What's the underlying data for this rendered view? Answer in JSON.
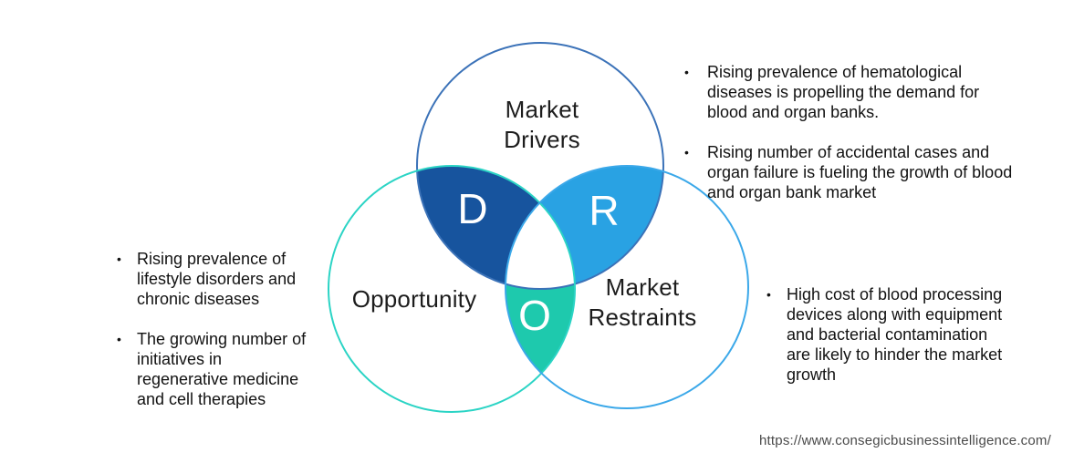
{
  "venn": {
    "drivers": {
      "label": "Market Drivers",
      "letter": "D",
      "outline_color": "#3b72b8",
      "overlap_fill": "#17549e"
    },
    "restraints": {
      "label": "Market Restraints",
      "letter": "R",
      "outline_color": "#3ba8e9",
      "overlap_fill": "#29a2e3"
    },
    "opportunity": {
      "label": "Opportunity",
      "letter": "O",
      "outline_color": "#2bd4c5",
      "overlap_fill": "#1ec9ad"
    },
    "center_fill": "#ffffff"
  },
  "bullets": {
    "glyph": "•",
    "opportunity_list": [
      "Rising prevalence of lifestyle disorders and chronic diseases",
      "The growing number of initiatives in regenerative medicine and cell therapies"
    ],
    "drivers_list": [
      "Rising prevalence of hematological diseases is propelling the demand for blood and organ banks.",
      "Rising number of accidental cases and organ failure is fueling the growth of blood and organ bank market"
    ],
    "restraints_list": [
      "High cost of blood processing devices along with equipment and bacterial contamination are likely to hinder the market growth"
    ]
  },
  "footer": {
    "url": "https://www.consegicbusinessintelligence.com/"
  }
}
